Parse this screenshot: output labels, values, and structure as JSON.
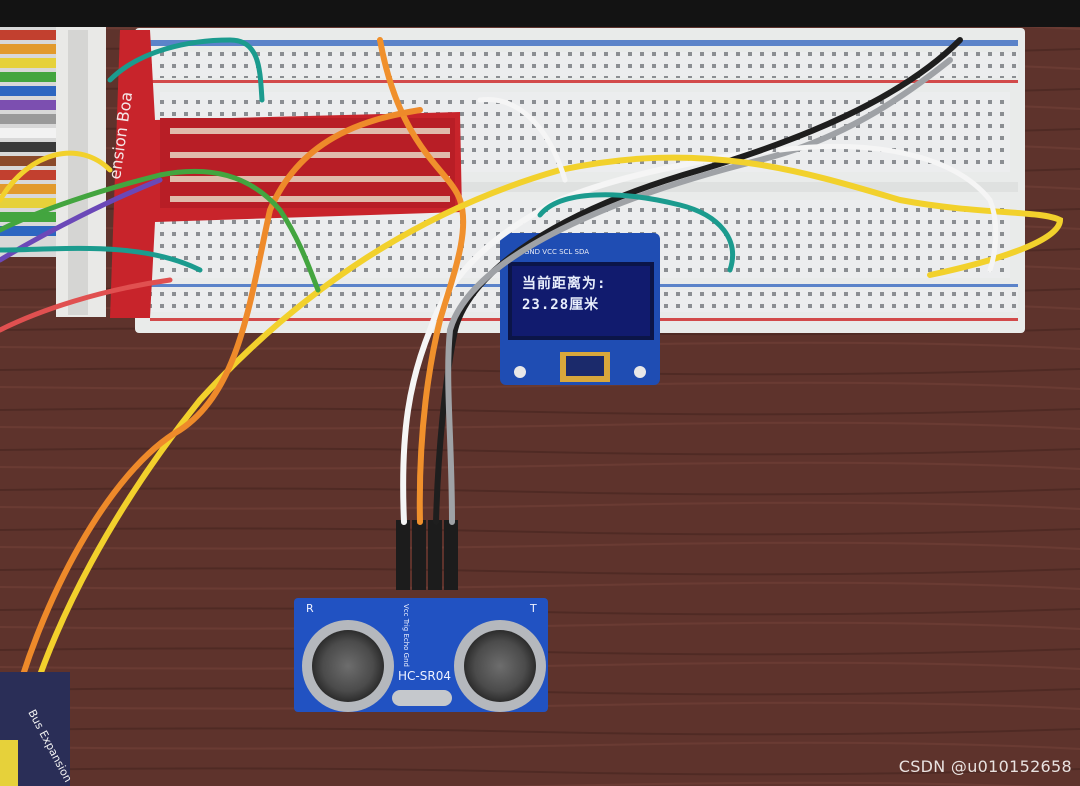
{
  "oled": {
    "pins": "GND VCC SCL SDA",
    "line1": "当前距离为:",
    "line2": "23.28厘米"
  },
  "sensor": {
    "model": "HC-SR04",
    "left_mark": "R",
    "right_mark": "T",
    "pins": "Vcc Trig Echo Gnd"
  },
  "boards": {
    "extension_label": "ension Boa",
    "bus_label": "Bus Expansion"
  },
  "watermark": "CSDN @u010152658",
  "colors": {
    "desk": "#5e332c",
    "breadboard": "#e9ebea",
    "gpio_board": "#c8242b",
    "pcb_blue": "#1f4db3",
    "oled_screen": "#111b6e"
  }
}
